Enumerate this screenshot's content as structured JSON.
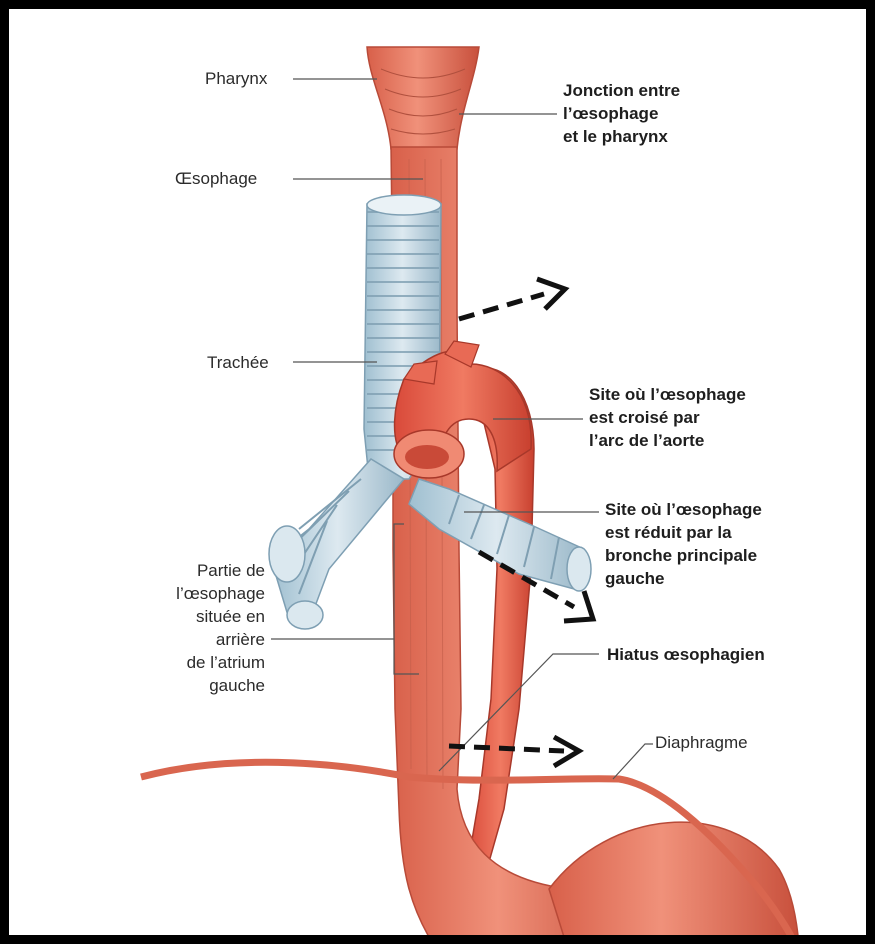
{
  "colors": {
    "muscle": "#e8735a",
    "muscle_dark": "#c9543f",
    "cartilage": "#b9d3e0",
    "cartilage_dark": "#8fb0c2",
    "leader": "#555555",
    "arrow": "#111111"
  },
  "labels": {
    "pharynx": "Pharynx",
    "oesophage": "Œsophage",
    "trachee": "Trachée",
    "jonction": [
      "Jonction entre",
      "l’œsophage",
      "et le pharynx"
    ],
    "arc_aorte": [
      "Site où l’œsophage",
      "est croisé par",
      "l’arc de l’aorte"
    ],
    "bronche": [
      "Site où l’œsophage",
      "est réduit par la",
      "bronche principale",
      "gauche"
    ],
    "hiatus": "Hiatus œsophagien",
    "diaphragme": "Diaphragme",
    "atrium": [
      "Partie de",
      "l’œsophage",
      "située en",
      "arrière",
      "de l’atrium",
      "gauche"
    ]
  },
  "icons": [
    "dashed-arrow-icon",
    "dashed-arrow-icon",
    "dashed-arrow-icon"
  ]
}
